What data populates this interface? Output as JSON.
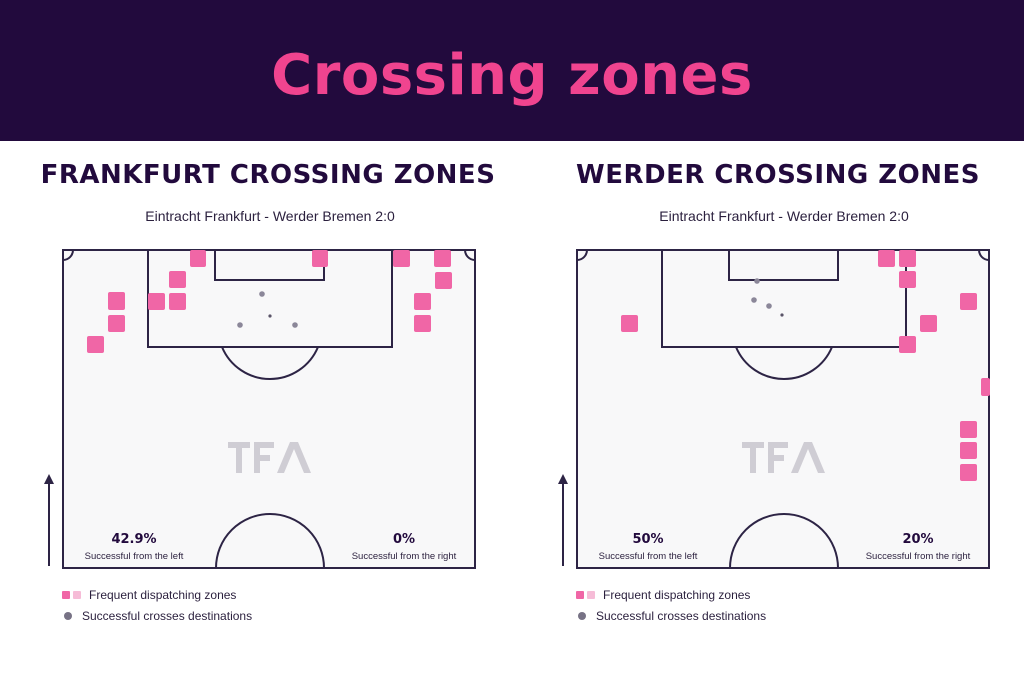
{
  "header": {
    "title": "Crossing zones"
  },
  "legend": {
    "frequent_zones": "Frequent dispatching zones",
    "successful_destinations": "Successful crosses destinations"
  },
  "colors": {
    "banner_bg": "#220a3d",
    "title_pink": "#f0448f",
    "zone_pink": "#f066a6",
    "zone_light_pink": "#f6bcd7",
    "pitch_line": "#2d2445",
    "pitch_fill": "#f8f8f9",
    "dot": "#8b8799"
  },
  "watermark": "TFA",
  "panels": [
    {
      "title": "FRANKFURT CROSSING ZONES",
      "subtitle": "Eintracht Frankfurt - Werder Bremen 2:0",
      "left_pct": "42.9%",
      "left_caption": "Successful from the left",
      "right_pct": "0%",
      "right_caption": "Successful from the right"
    },
    {
      "title": "WERDER CROSSING ZONES",
      "subtitle": "Eintracht Frankfurt - Werder Bremen 2:0",
      "left_pct": "50%",
      "left_caption": "Successful from the left",
      "right_pct": "20%",
      "right_caption": "Successful from the right"
    }
  ]
}
